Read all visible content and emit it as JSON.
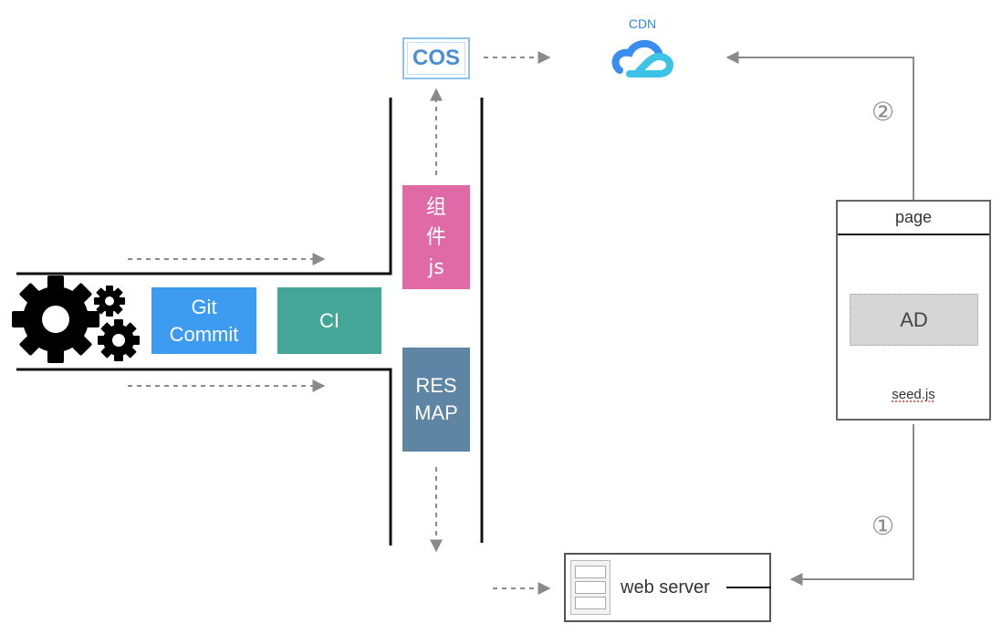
{
  "pipeline": {
    "git_commit_label": "Git\nCommit",
    "ci_label": "CI",
    "component_js_label": "组\n件\njs",
    "res_map_label": "RES\nMAP"
  },
  "storage": {
    "cos_label": "COS",
    "cdn_label": "CDN"
  },
  "page": {
    "header_label": "page",
    "ad_label": "AD",
    "seed_label": "seed.js"
  },
  "server": {
    "label": "web server"
  },
  "steps": {
    "step1": "①",
    "step2": "②"
  },
  "colors": {
    "git_commit": "#3d9bf0",
    "ci": "#44a697",
    "component_js": "#e06aa6",
    "res_map": "#5e85a4",
    "cdn": "#2f8be6",
    "arrow": "#8a8a8a"
  },
  "icons": {
    "gears": "gears-icon",
    "cdn_cloud": "cloud-icon",
    "server_rack": "server-rack-icon"
  }
}
